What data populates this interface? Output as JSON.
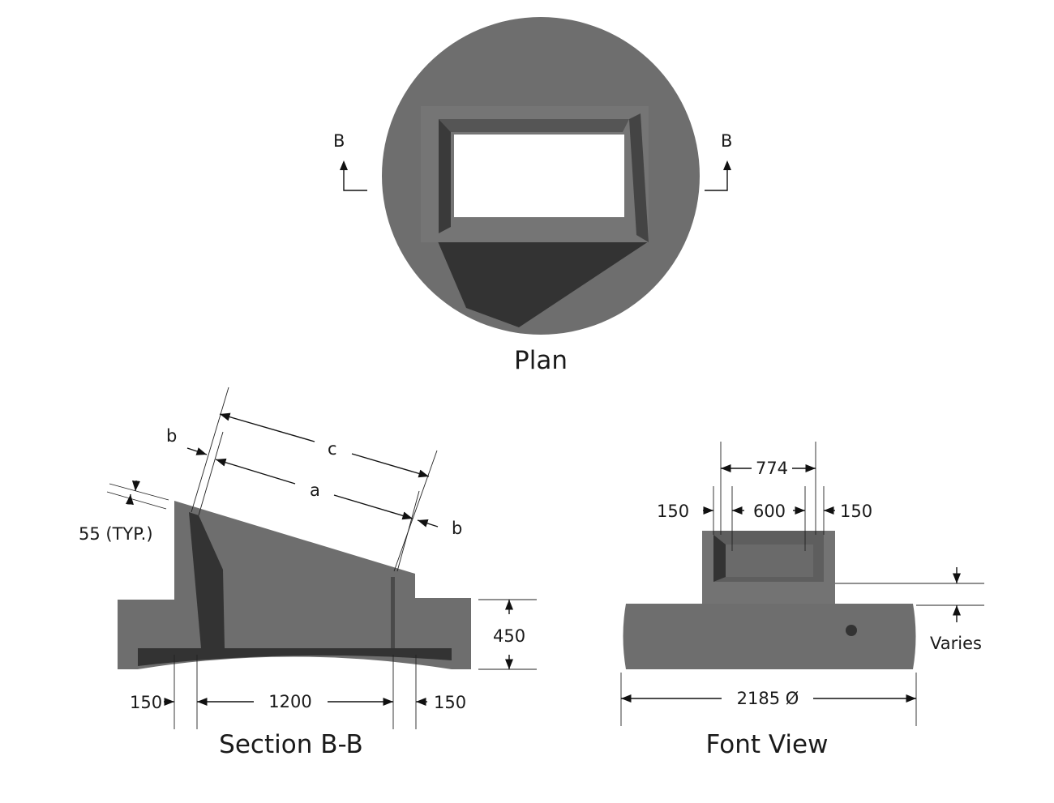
{
  "plan": {
    "title": "Plan",
    "section_marker_left": "B",
    "section_marker_right": "B"
  },
  "section": {
    "title": "Section B-B",
    "dims": {
      "b_left": "b",
      "c": "c",
      "a": "a",
      "b_right": "b",
      "typ": "55 (TYP.)",
      "height": "450",
      "left_wall": "150",
      "clear_span": "1200",
      "right_wall": "150"
    }
  },
  "front": {
    "title": "Font View",
    "dims": {
      "outer": "774",
      "left_wall": "150",
      "inner": "600",
      "right_wall": "150",
      "varies": "Varies",
      "diameter": "2185 Ø"
    }
  },
  "colors": {
    "concrete": "#6e6e6e",
    "shadow": "#333333"
  }
}
